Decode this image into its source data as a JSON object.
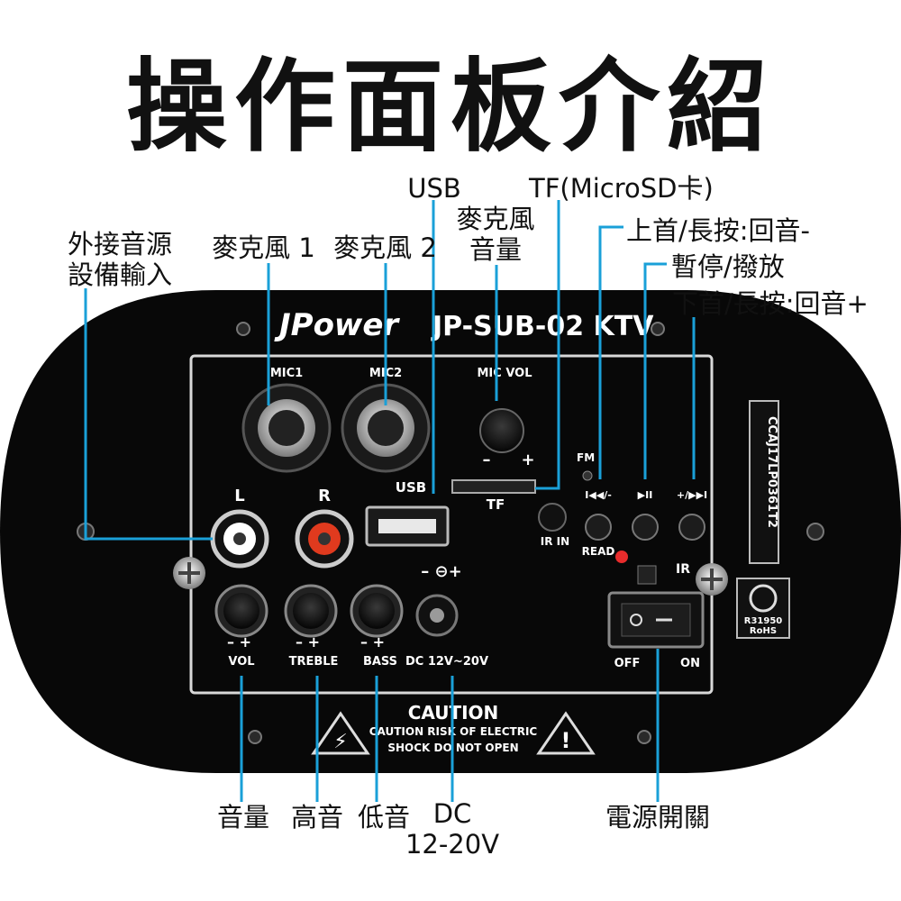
{
  "title": "操作面板介紹",
  "callouts": {
    "ext_input": [
      "外接音源",
      "設備輸入"
    ],
    "mic1": "麥克風 1",
    "mic2": "麥克風 2",
    "usb": "USB",
    "mic_vol": [
      "麥克風",
      "音量"
    ],
    "tf": "TF(MicroSD卡)",
    "prev": [
      "上首/長按:回音-",
      "暫停/撥放"
    ],
    "next": "下首/長按:回音+",
    "vol": "音量",
    "treble": "高音",
    "bass": "低音",
    "dc": [
      "DC",
      "12-20V"
    ],
    "power": "電源開關"
  },
  "panel": {
    "brand": "JPower",
    "model": "JP-SUB-02 KTV",
    "mic1": "MIC1",
    "mic2": "MIC2",
    "mic_vol": "MIC VOL",
    "l": "L",
    "r": "R",
    "usb": "USB",
    "tf": "TF",
    "fm": "FM",
    "ir_in": "IR IN",
    "read": "READ",
    "ir": "IR",
    "prev_btn": "I◀◀/-",
    "play_btn": "▶II",
    "next_btn": "+/▶▶I",
    "vol": "VOL",
    "treble": "TREBLE",
    "bass": "BASS",
    "dc": "DC 12V~20V",
    "off": "OFF",
    "on": "ON",
    "caution": "CAUTION",
    "caution_line1": "CAUTION RISK OF ELECTRIC",
    "caution_line2": "SHOCK DO NOT OPEN",
    "cert": "CCAJ17LP0361T2",
    "rohs_code": "R31950",
    "rohs": "RoHS"
  },
  "colors": {
    "lead_line": "#1aa0d8",
    "panel_bg": "#0a0a0a",
    "rca_left": "#ffffff",
    "rca_right": "#e03a1e",
    "led": "#e82c2c"
  }
}
